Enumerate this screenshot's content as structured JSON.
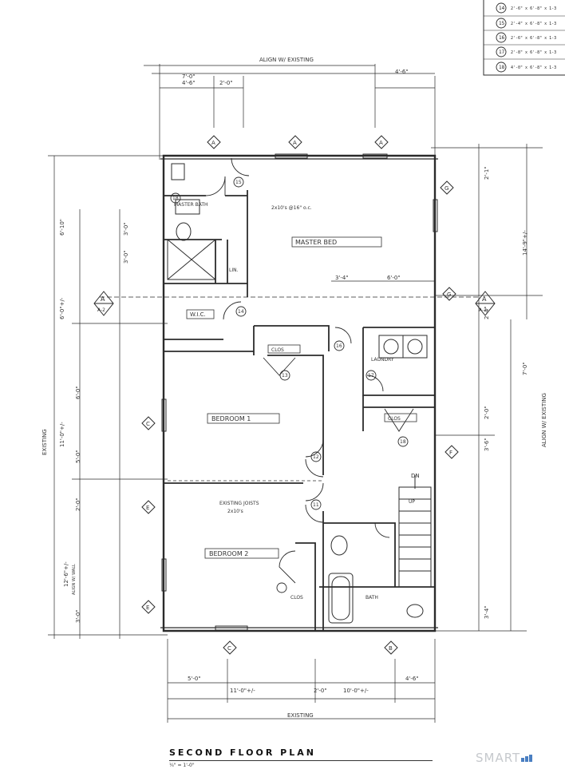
{
  "title": "SECOND FLOOR PLAN",
  "scale": "¼\" = 1'-0\"",
  "logo": "SMART",
  "colors": {
    "ink": "#2b2b2b",
    "wall": "#333333",
    "logo_text": "#c6c9cd",
    "logo_bars": "#4a7fc2"
  },
  "door_schedule": [
    {
      "tag": "14",
      "size": "2'-6\" x 6'-8\" x 1-3"
    },
    {
      "tag": "15",
      "size": "2'-4\" x 6'-8\" x 1-3"
    },
    {
      "tag": "16",
      "size": "2'-6\" x 6'-8\" x 1-3"
    },
    {
      "tag": "17",
      "size": "2'-8\" x 6'-8\" x 1-3"
    },
    {
      "tag": "18",
      "size": "4'-0\" x 6'-8\" x 1-3"
    }
  ],
  "notes": {
    "align_top": "ALIGN W/ EXISTING",
    "align_right": "ALIGN W/ EXISTING",
    "existing_left": "EXISTING",
    "existing_bottom": "EXISTING",
    "existing_joists": "EXISTING JOISTS",
    "existing_joists_sub": "2x10's",
    "align_wall": "ALIGN W/ WALL",
    "dn": "DN",
    "up": "UP"
  },
  "rooms": {
    "master_bed": "MASTER BED",
    "master_bath": "MASTER BATH",
    "lin": "LIN.",
    "wic": "W.I.C.",
    "clos_1": "CLOS",
    "laundry": "LAUNDRY",
    "clos_2": "CLOS",
    "bedroom_1": "BEDROOM 1",
    "bedroom_2": "BEDROOM 2",
    "bath": "BATH",
    "clos_3": "CLOS",
    "ceiling": "2x10's @16\" o.c."
  },
  "dims": {
    "top_1": "7'-0\"",
    "top_2": "4'-6\"",
    "top_3": "2'-0\"",
    "top_4": "4'-6\"",
    "left_1": "6'-10\"",
    "left_2": "6'-0\"+/-",
    "left_3": "3'-0\"",
    "left_4": "3'-0\"",
    "left_5": "11'-0\"+/-",
    "left_6": "6'-0\"",
    "left_7": "5'-0\"",
    "left_8": "2'-0\"",
    "left_9": "12'-6\"+/-",
    "left_10": "3'-0\"",
    "right_1": "2'-1\"",
    "right_2": "14'-9\"+/-",
    "right_3": "2'-4\"",
    "right_4": "7'-0\"",
    "right_5": "2'-0\"",
    "right_6": "3'-6\"",
    "right_7": "3'-4\"",
    "mid_1": "3'-4\"",
    "mid_2": "6'-0\"",
    "bot_1": "5'-0\"",
    "bot_2": "11'-0\"+/-",
    "bot_3": "2'-0\"",
    "bot_4": "10'-0\"+/-",
    "bot_5": "4'-6\""
  },
  "grid_tags": {
    "a1": "A",
    "a2": "A",
    "a3": "A",
    "g1": "G",
    "g2": "G",
    "c1": "C",
    "c2": "C",
    "e1": "E",
    "e2": "E",
    "f1": "F",
    "b1": "B"
  },
  "section_tag": {
    "letter": "A",
    "sheet": "A-2"
  },
  "door_tags": {
    "d13": "13",
    "d14": "14",
    "d15": "15",
    "d16": "16",
    "d17": "17",
    "d18": "18",
    "d12": "12",
    "d11": "11"
  }
}
